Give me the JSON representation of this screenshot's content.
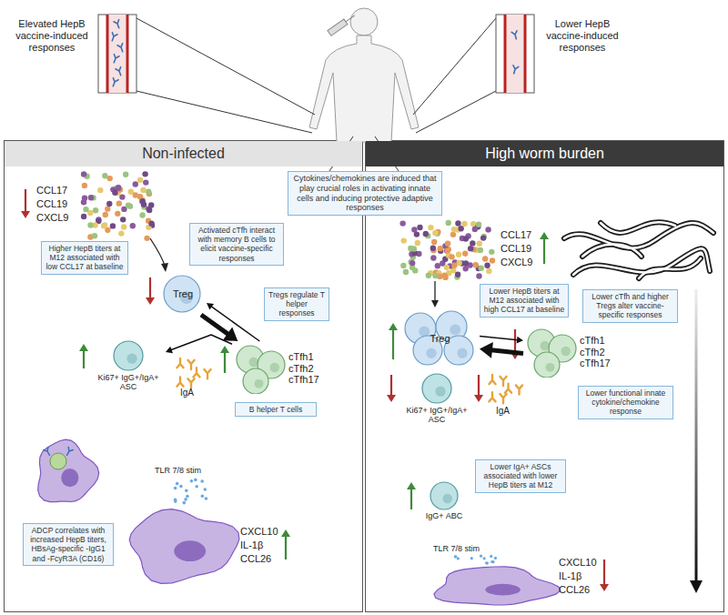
{
  "diagram": {
    "nodes": [
      {
        "text": [
          "Non-infected"
        ]
      },
      {
        "text": [
          "High worm burden"
        ]
      },
      {
        "text": [
          "Cytokines/chemokines are induced that play crucial roles in activating innate cells and inducing protective adaptive responses"
        ]
      },
      {
        "text": [
          "Higher HepB titers at M12 associated with low CCL17 at baseline"
        ],
        "in": 0
      },
      {
        "text": [
          "Activated cTfh interact with memory B cells to elicit vaccine-specific responses"
        ],
        "in": 0
      },
      {
        "text": [
          "Treg"
        ],
        "in": 0
      },
      {
        "text": [
          "Tregs regulate T helper responses"
        ],
        "in": 0
      },
      {
        "text": [
          "cTfh1 cTfh2 cTfh17"
        ],
        "in": 0
      },
      {
        "text": [
          "B helper T cells"
        ],
        "in": 0
      },
      {
        "text": [
          "Ki67+ IgG+/IgA+ ASC"
        ],
        "in": 0
      },
      {
        "text": [
          "ADCP correlates with increased HepB titers, HBsAg-specific -IgG1 and -FcyR3A (CD16)"
        ],
        "in": 0
      },
      {
        "text": [
          "Lower HepB titers at M12 associated with high CCL17 at baseline"
        ],
        "in": 1
      },
      {
        "text": [
          "Treg"
        ],
        "in": 1
      },
      {
        "text": [
          "Lower cTfh and higher Tregs alter vaccine-specific responses"
        ],
        "in": 1
      },
      {
        "text": [
          "cTfh1 cTfh2 cTfh17"
        ],
        "in": 1
      },
      {
        "text": [
          "Ki67+ IgG+/IgA+ ASC"
        ],
        "in": 1
      },
      {
        "text": [
          "Lower functional innate cytokine/chemokine response"
        ],
        "in": 1
      },
      {
        "text": [
          "Lower IgA+ ASCs associated with lower HepB titers at M12"
        ],
        "in": 1
      },
      {
        "text": [
          "IgG+ ABC"
        ],
        "in": 1
      }
    ],
    "edges": [
      {
        "from": 5,
        "to": 7,
        "arrow": "to"
      },
      {
        "from": 7,
        "to": 5,
        "arrow": "to"
      },
      {
        "from": 7,
        "to": 9,
        "arrow": "to"
      },
      {
        "from": 14,
        "to": 12,
        "arrow": "to"
      },
      {
        "from": 12,
        "to": 14,
        "arrow": "to"
      }
    ],
    "labels": [
      "Elevated HepB vaccine-induced responses",
      "Lower HepB vaccine-induced responses",
      "CCL17",
      "CCL19",
      "CXCL9",
      "IgA",
      "TLR 7/8 stim",
      "CXCL10",
      "IL-1β",
      "CCL26",
      "CCL17",
      "CCL19",
      "CXCL9",
      "IgA",
      "TLR 7/8 stim",
      "CXCL10",
      "IL-1β",
      "CCL26"
    ]
  }
}
